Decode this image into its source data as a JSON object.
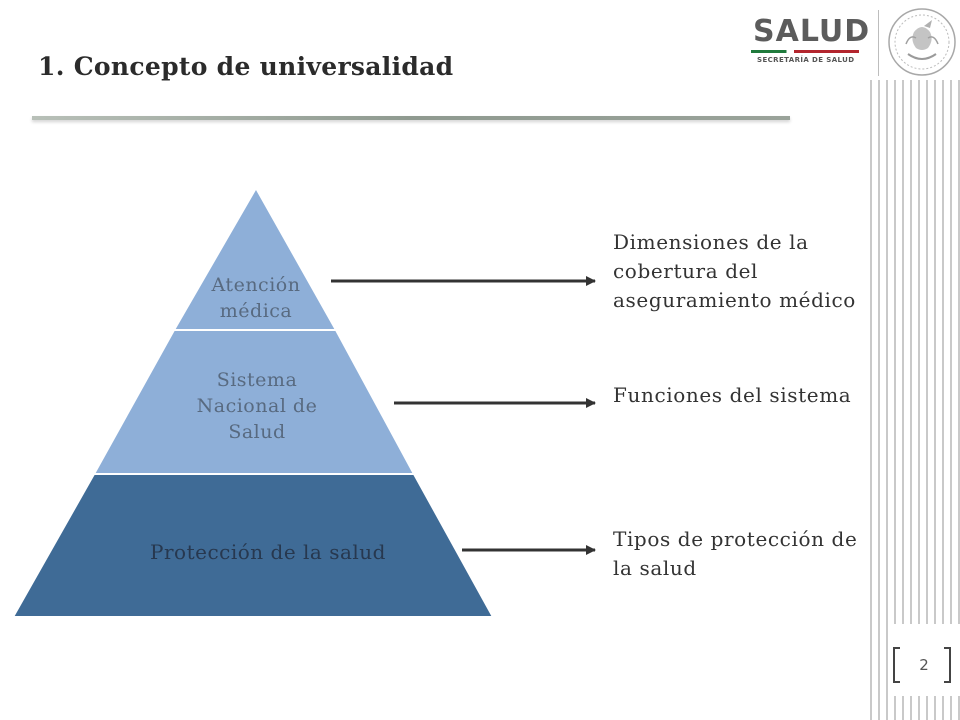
{
  "header": {
    "title": "1. Concepto de universalidad",
    "logo": {
      "text": "SALUD",
      "subtitle": "SECRETARÍA DE SALUD",
      "colors": {
        "green": "#1f7a3c",
        "red": "#b3262e"
      }
    },
    "seal_icon": "mexico-coat-of-arms-icon"
  },
  "pyramid": {
    "tiers": [
      {
        "label": "Atención médica",
        "color": "#8eafd8",
        "description": "Dimensiones de la cobertura del aseguramiento médico"
      },
      {
        "label": "Sistema Nacional de Salud",
        "color": "#8eafd8",
        "description": "Funciones del sistema"
      },
      {
        "label": "Protección de la salud",
        "color": "#3f6b96",
        "description": "Tipos de protección de la salud"
      }
    ]
  },
  "page_number": "2"
}
